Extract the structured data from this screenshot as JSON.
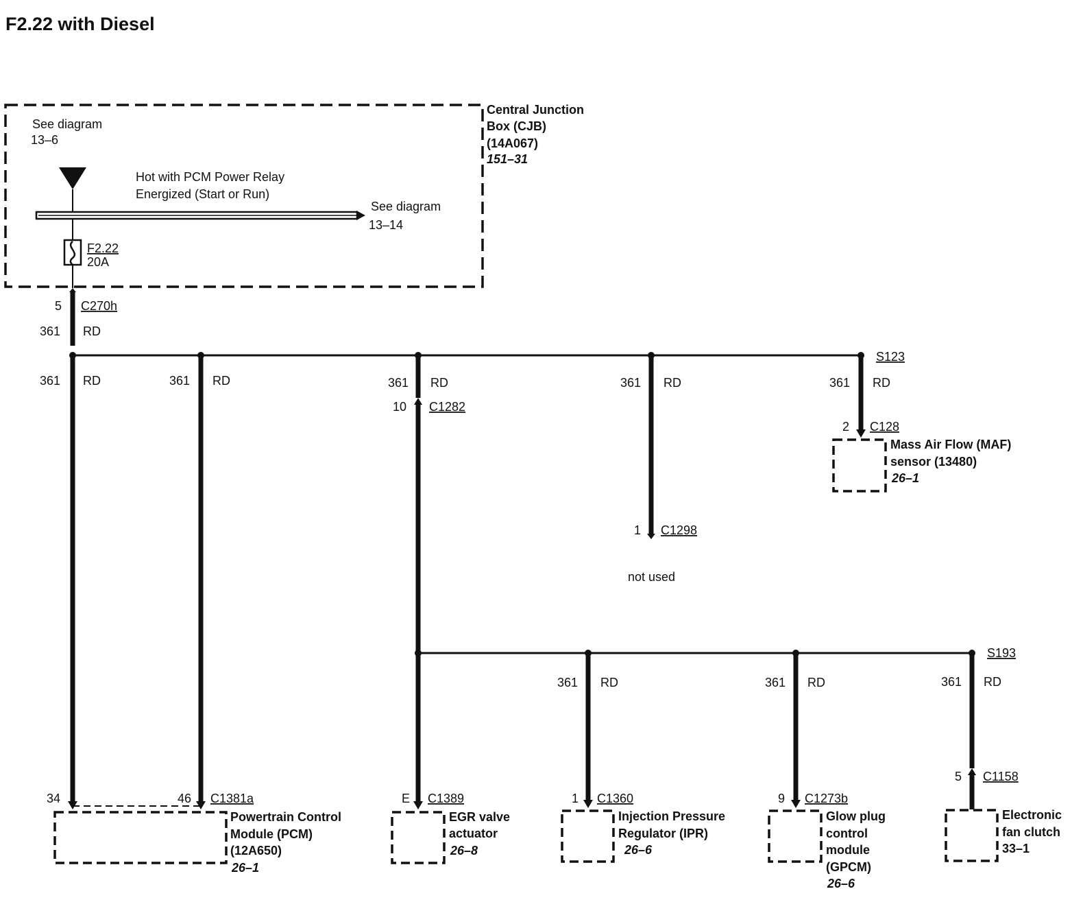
{
  "title": "F2.22 with Diesel",
  "cjb": {
    "see_diagram_1": "See diagram",
    "see_diagram_1_ref": "13–6",
    "hot_line1": "Hot with PCM Power Relay",
    "hot_line2": "Energized (Start or Run)",
    "see_diagram_2": "See diagram",
    "see_diagram_2_ref": "13–14",
    "fuse_name": "F2.22",
    "fuse_rating": "20A",
    "name_line1": "Central Junction",
    "name_line2": "Box (CJB)",
    "name_line3": "(14A067)",
    "page_ref": "151–31"
  },
  "main_feed": {
    "pin": "5",
    "connector": "C270h",
    "circuit": "361",
    "color": "RD"
  },
  "splices": {
    "s123": "S123",
    "s193": "S193"
  },
  "branches": {
    "pcm_34": {
      "circuit": "361",
      "color": "RD"
    },
    "pcm_46": {
      "circuit": "361",
      "color": "RD"
    },
    "egr": {
      "circuit": "361",
      "color": "RD",
      "pin": "10",
      "connector": "C1282"
    },
    "unused": {
      "circuit": "361",
      "color": "RD",
      "pin": "1",
      "connector": "C1298",
      "note": "not used"
    },
    "maf": {
      "circuit": "361",
      "color": "RD"
    },
    "ipr": {
      "circuit": "361",
      "color": "RD"
    },
    "gpcm": {
      "circuit": "361",
      "color": "RD"
    },
    "fan": {
      "circuit": "361",
      "color": "RD",
      "pin": "5",
      "connector": "C1158"
    }
  },
  "components": {
    "maf": {
      "pin": "2",
      "connector": "C128",
      "line1": "Mass Air Flow (MAF)",
      "line2": "sensor (13480)",
      "ref": "26–1"
    },
    "pcm": {
      "pin_a": "34",
      "pin_b": "46",
      "connector": "C1381a",
      "line1": "Powertrain Control",
      "line2": "Module (PCM)",
      "line3": "(12A650)",
      "ref": "26–1"
    },
    "egr": {
      "pin": "E",
      "connector": "C1389",
      "line1": "EGR valve",
      "line2": "actuator",
      "ref": "26–8"
    },
    "ipr": {
      "pin": "1",
      "connector": "C1360",
      "line1": "Injection Pressure",
      "line2": "Regulator (IPR)",
      "ref": "26–6"
    },
    "gpcm": {
      "pin": "9",
      "connector": "C1273b",
      "line1": "Glow plug",
      "line2": "control",
      "line3": "module",
      "line4": "(GPCM)",
      "ref": "26–6"
    },
    "fan": {
      "line1": "Electronic",
      "line2": "fan clutch",
      "ref": "33–1"
    }
  }
}
